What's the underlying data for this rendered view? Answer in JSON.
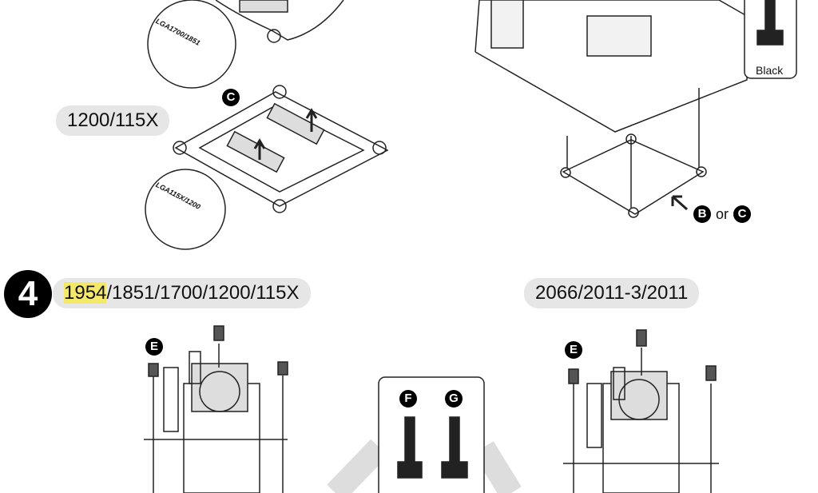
{
  "step3": {
    "bracket_b_label": "LGA1700/1851",
    "socket_c_pill": "1200/115X",
    "bracket_c_badge": "C",
    "bracket_c_label": "LGA115X/1200",
    "standoff_color_label": "Black",
    "bracket_choice": {
      "b": "B",
      "or": "or",
      "c": "C"
    }
  },
  "step4": {
    "number": "4",
    "sockets_intel_highlight": "1954",
    "sockets_intel_rest": "/1851/1700/1200/115X",
    "sockets_hedt": "2066/2011-3/2011",
    "screw_left_badge": "E",
    "screw_right_badge": "E",
    "standoff_f_badge": "F",
    "standoff_g_badge": "G"
  },
  "colors": {
    "highlight": "#f3e86a",
    "pill": "#e6e6e6",
    "badge": "#000000"
  }
}
